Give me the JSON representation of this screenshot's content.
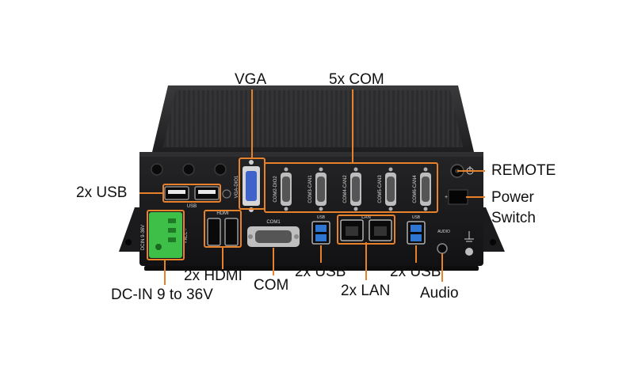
{
  "colors": {
    "accent": "#e8822a",
    "chassis": "#1f1f21",
    "panel": "#141416",
    "heatsink": "#2a2a2c",
    "terminal_green": "#3dbf48",
    "usb_blue": "#2f76d2",
    "vga_blue": "#3f63c9"
  },
  "callouts": {
    "vga": "VGA",
    "com5": "5x COM",
    "remote": "REMOTE",
    "power_line1": "Power",
    "power_line2": "Switch",
    "usb_left": "2x USB",
    "hdmi": "2x HDMI",
    "dcin": "DC-IN 9 to 36V",
    "com": "COM",
    "usb_mid": "2x USB",
    "lan": "2x LAN",
    "usb_right": "2x USB",
    "audio": "Audio"
  },
  "port_labels": {
    "vga_dio": "VGA-DIO1",
    "com_ports": [
      "COM2-DIO2",
      "COM3-CAN1",
      "COM4-CAN2",
      "COM5-CAN3",
      "COM6-CAN4"
    ],
    "usb": "USB",
    "hdmi": "HDMI",
    "com1": "COM1",
    "lan": "LAN",
    "audio": "AUDIO",
    "dcin": "DCIN 9-36V",
    "acc": "+ ACC –"
  },
  "icons": {
    "power": "power-icon",
    "ground": "ground-icon",
    "antenna": "antenna-icon"
  }
}
